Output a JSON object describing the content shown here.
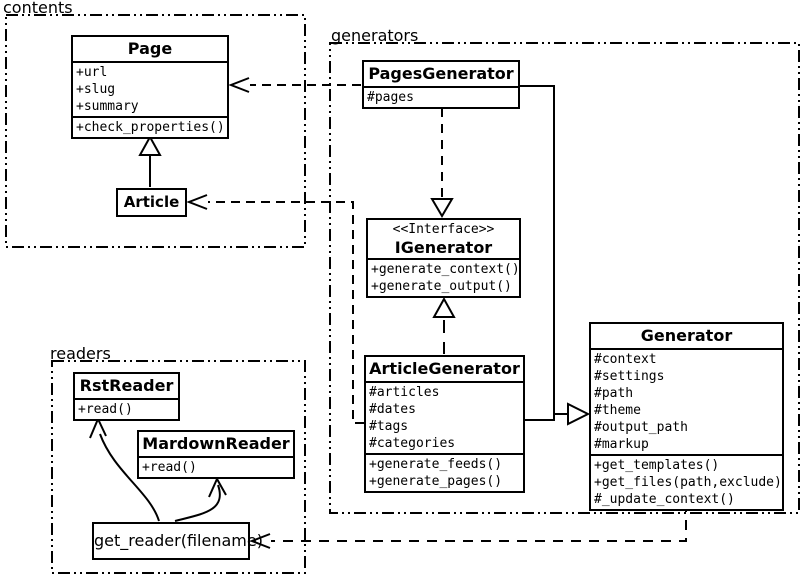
{
  "diagram_type": "uml-class-diagram",
  "colors": {
    "line": "#000000",
    "background": "#ffffff"
  },
  "packages": {
    "contents": {
      "label": "contents"
    },
    "generators": {
      "label": "generators"
    },
    "readers": {
      "label": "readers"
    }
  },
  "classes": {
    "page": {
      "name": "Page",
      "attributes": [
        "+url",
        "+slug",
        "+summary"
      ],
      "methods": [
        "+check_properties()"
      ]
    },
    "article": {
      "name": "Article"
    },
    "pages_generator": {
      "name": "PagesGenerator",
      "attributes": [
        "#pages"
      ]
    },
    "igenerator": {
      "stereotype": "<<Interface>>",
      "name": "IGenerator",
      "methods": [
        "+generate_context()",
        "+generate_output()"
      ]
    },
    "article_generator": {
      "name": "ArticleGenerator",
      "attributes": [
        "#articles",
        "#dates",
        "#tags",
        "#categories"
      ],
      "methods": [
        "+generate_feeds()",
        "+generate_pages()"
      ]
    },
    "generator": {
      "name": "Generator",
      "attributes": [
        "#context",
        "#settings",
        "#path",
        "#theme",
        "#output_path",
        "#markup"
      ],
      "methods": [
        "+get_templates()",
        "+get_files(path,exclude)",
        "#_update_context()"
      ]
    },
    "rst_reader": {
      "name": "RstReader",
      "methods": [
        "+read()"
      ]
    },
    "mardown_reader": {
      "name": "MardownReader",
      "methods": [
        "+read()"
      ]
    },
    "get_reader": {
      "name": "get_reader(filename)"
    }
  },
  "relationships": [
    {
      "from": "PagesGenerator",
      "to": "Page",
      "type": "dashed-dependency"
    },
    {
      "from": "ArticleGenerator",
      "to": "Article",
      "type": "dashed-dependency"
    },
    {
      "from": "PagesGenerator",
      "to": "IGenerator",
      "type": "dashed-realization"
    },
    {
      "from": "ArticleGenerator",
      "to": "IGenerator",
      "type": "dashed-realization"
    },
    {
      "from": "Article",
      "to": "Page",
      "type": "inheritance"
    },
    {
      "from": "PagesGenerator",
      "to": "Generator",
      "type": "inheritance"
    },
    {
      "from": "ArticleGenerator",
      "to": "Generator",
      "type": "inheritance"
    },
    {
      "from": "Generator",
      "to": "get_reader(filename)",
      "type": "dashed-dependency"
    },
    {
      "from": "get_reader(filename)",
      "to": "RstReader",
      "type": "association"
    },
    {
      "from": "get_reader(filename)",
      "to": "MardownReader",
      "type": "association"
    }
  ]
}
